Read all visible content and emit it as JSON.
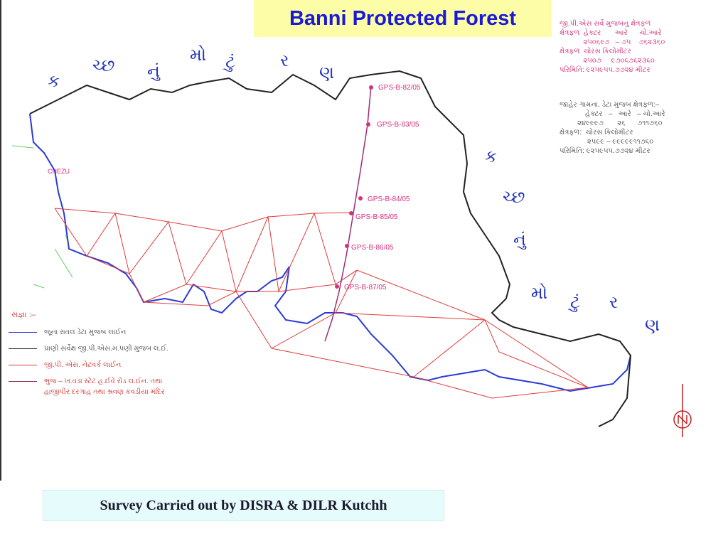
{
  "title": "Banni Protected Forest",
  "footer": "Survey Carried out by DISRA & DILR Kutchh",
  "big_letters_top": [
    "ક",
    "ચ્છ",
    "નું",
    "મો",
    "ટું",
    "ર",
    "ણ"
  ],
  "big_letters_side": [
    "ક",
    "ચ્છ",
    "નું",
    "મો",
    "ટું",
    "ર",
    "ણ"
  ],
  "gps_points": [
    {
      "label": "GPS-B-82/05"
    },
    {
      "label": "GPS-B-83/05"
    },
    {
      "label": "GPS-B-84/05"
    },
    {
      "label": "GPS-B-85/05"
    },
    {
      "label": "GPS-B-86/05"
    },
    {
      "label": "GPS-B-87/05"
    }
  ],
  "legend": {
    "heading": "સંજ્ઞા :–",
    "items": [
      {
        "text": "જૂના રાવલ ડેટા મુજબ લાઈન",
        "color": "#2a3ad6"
      },
      {
        "text": "પ્રાણી સર્વેક્ષ જી.પી.એસ.મ.પણી મુજબ લ.ઈ.",
        "color": "#222222"
      },
      {
        "text": "જી.પી. એસ. નેટવર્ક લાઈન",
        "color": "#d63a3a"
      },
      {
        "text": "ભુજ – ખ.વડા સ્ટેટ હ.ઈવે રોડ લ.ઈન. તથા",
        "color": "#8a2a5a"
      },
      {
        "text": "હાજીપીર દરગાહ તથા શ્રવણ કવડીયા મંદિર",
        "color": ""
      }
    ]
  },
  "info_red": "જી.પી.એસ સર્વે મુજબનુ ક્ષેત્રફળ\nક્ષેત્રફળ  હેક્ટર       આરે      ચો.આરે\n            ૨૫૦૬૯૭   – ૭૫    ૭૬૨૩૬૦\nક્ષેત્રફળ  ચોરસ કિલોમીટર\n            ૨૫૦૭     ૯૭૦૬૭૬૨૩૬૦\nપરિમિતિ: ૯૨૫૯૫૫.૭૭૨૪ મીટર",
  "info_gray": "જાહેર ગામના. ડેટા મુજબ ક્ષેત્રફળ:–\n             હેક્ટર   –   આરે   – ચો.આરે\n         ૨૪૯૯૯૭       ૨૬      ૭૧૧૭૬૦\nક્ષેત્રફળ:  ચોરસ કિલોમીટર\n              ૨૫૯૯ – ૯૯૯૯૯૧૧૭૬૦\nપરિમિતિ: ૯૨૫૯૫૫.૭૭૨૪ મીટર",
  "place_label": "CHEZU",
  "north_label": "N"
}
